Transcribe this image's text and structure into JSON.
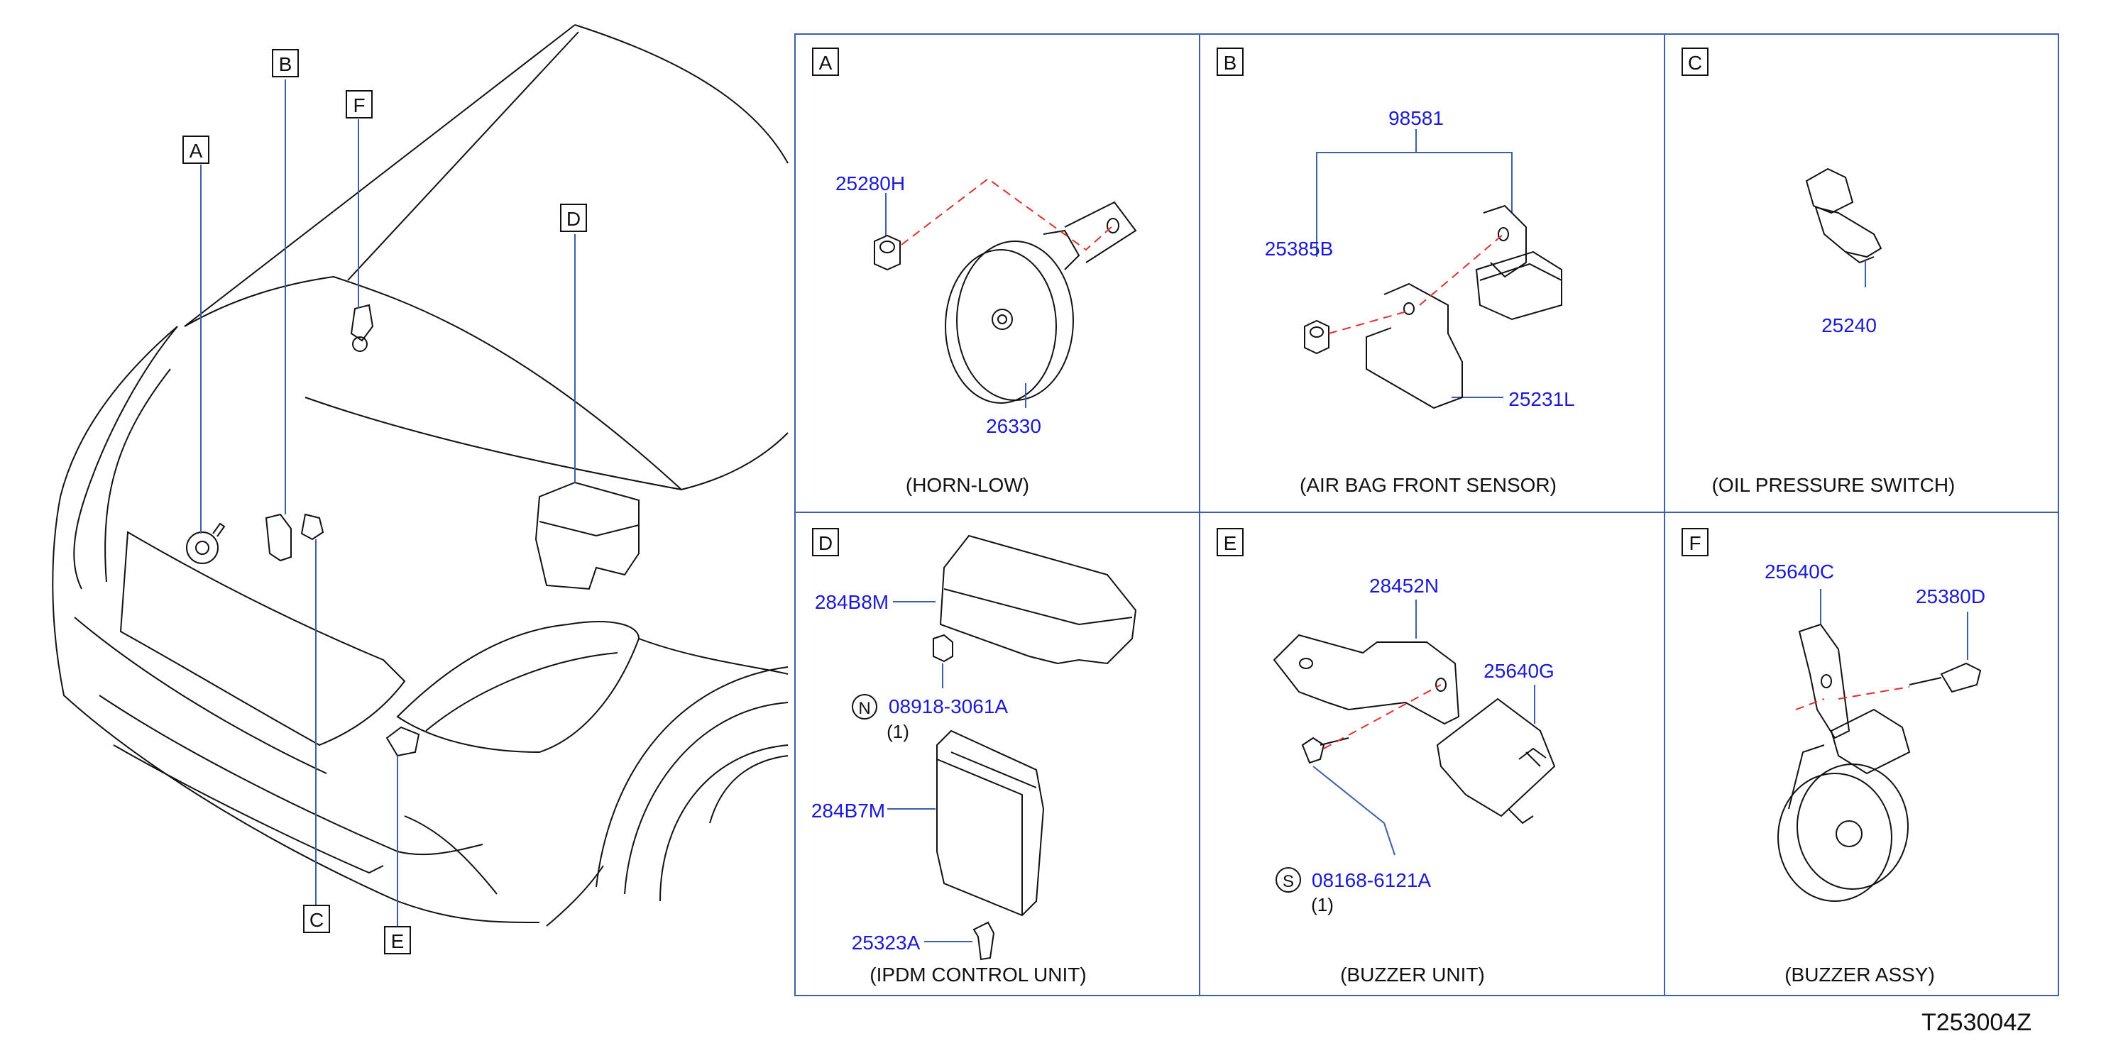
{
  "overview_labels": [
    "A",
    "B",
    "F",
    "D",
    "C",
    "E"
  ],
  "panels": [
    {
      "letter": "A",
      "caption": "(HORN-LOW)",
      "parts": [
        "25280H",
        "26330"
      ]
    },
    {
      "letter": "B",
      "caption": "(AIR   BAG   FRONT   SENSOR)",
      "parts": [
        "98581",
        "25385B",
        "25231L"
      ]
    },
    {
      "letter": "C",
      "caption": "(OIL   PRESSURE   SWITCH)",
      "parts": [
        "25240"
      ]
    },
    {
      "letter": "D",
      "caption": "(IPDM   CONTROL   UNIT)",
      "parts": [
        "284B8M",
        "08918-3061A",
        "284B7M",
        "25323A"
      ],
      "qty": "(1)",
      "circle": "N"
    },
    {
      "letter": "E",
      "caption": "(BUZZER   UNIT)",
      "parts": [
        "28452N",
        "25640G",
        "08168-6121A"
      ],
      "qty": "(1)",
      "circle": "S"
    },
    {
      "letter": "F",
      "caption": "(BUZZER   ASSY)",
      "parts": [
        "25640C",
        "25380D"
      ]
    }
  ],
  "figure_id": "T253004Z",
  "colors": {
    "part_number": "#1a1ad6",
    "frame": "#3b5fa8",
    "leader": "#3b5fa8",
    "dash": "#e0302a",
    "line": "#111111"
  }
}
